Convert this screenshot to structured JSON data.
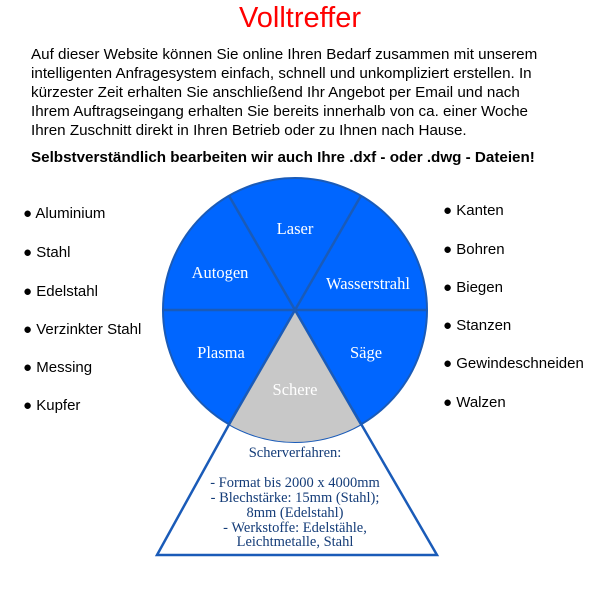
{
  "title": "Volltreffer",
  "intro_lines": [
    "Auf dieser Website können Sie online Ihren Bedarf zusammen mit unserem",
    "intelligenten Anfragesystem einfach, schnell und unkompliziert erstellen. In",
    "kürzester Zeit erhalten Sie anschließend Ihr Angebot per Email und nach",
    "Ihrem Auftragseingang erhalten Sie bereits innerhalb von ca. einer Woche",
    "Ihren Zuschnitt direkt in Ihren Betrieb oder zu Ihnen nach Hause."
  ],
  "bold_note": "Selbstverständlich bearbeiten wir auch Ihre .dxf - oder .dwg - Dateien!",
  "materials": [
    "● Aluminium",
    "● Stahl",
    "● Edelstahl",
    "● Verzinkter Stahl",
    "● Messing",
    "● Kupfer"
  ],
  "processes": [
    "● Kanten",
    "● Bohren",
    "● Biegen",
    "● Stanzen",
    "● Gewindeschneiden",
    "● Walzen"
  ],
  "wheel": {
    "segments": [
      "Laser",
      "Wasserstrahl",
      "Säge",
      "Schere",
      "Plasma",
      "Autogen"
    ],
    "colors": {
      "blue": "#0066ff",
      "line": "#1a5bb8",
      "selected": "#c8c8c8"
    }
  },
  "details": {
    "heading": "Scherverfahren:",
    "lines": [
      "- Format bis 2000 x 4000mm",
      "- Blechstärke: 15mm (Stahl);",
      "8mm (Edelstahl)",
      "- Werkstoffe: Edelstähle,",
      "Leichtmetalle, Stahl"
    ]
  }
}
